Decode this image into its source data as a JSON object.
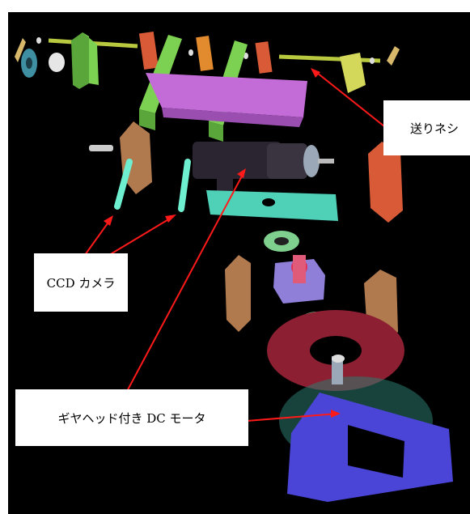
{
  "labels": {
    "ccd_camera": "CCD カメラ",
    "dc_motor": "ギヤヘッド付き DC モータ",
    "feed_screw": "送りネシ"
  },
  "colors": {
    "background": "#000000",
    "green_part": "#6cbd45",
    "violet_part": "#c36bd6",
    "brown_part": "#b07a4e",
    "orange_part": "#d85a36",
    "teal_part": "#4fd1b8",
    "maroon_part": "#8c1f32",
    "blue_part": "#4a45d6",
    "motor_body": "#2a2530",
    "arrow": "#ff1a1a"
  }
}
